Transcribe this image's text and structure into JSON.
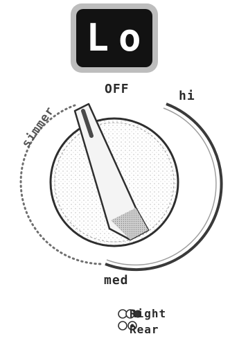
{
  "display": {
    "text": "Lo"
  },
  "dial": {
    "labels": {
      "off": "OFF",
      "hi": "hi",
      "simmer": "simmer",
      "med": "med"
    }
  },
  "burner_indicator": {
    "line1": "Right",
    "line2": "Rear"
  }
}
